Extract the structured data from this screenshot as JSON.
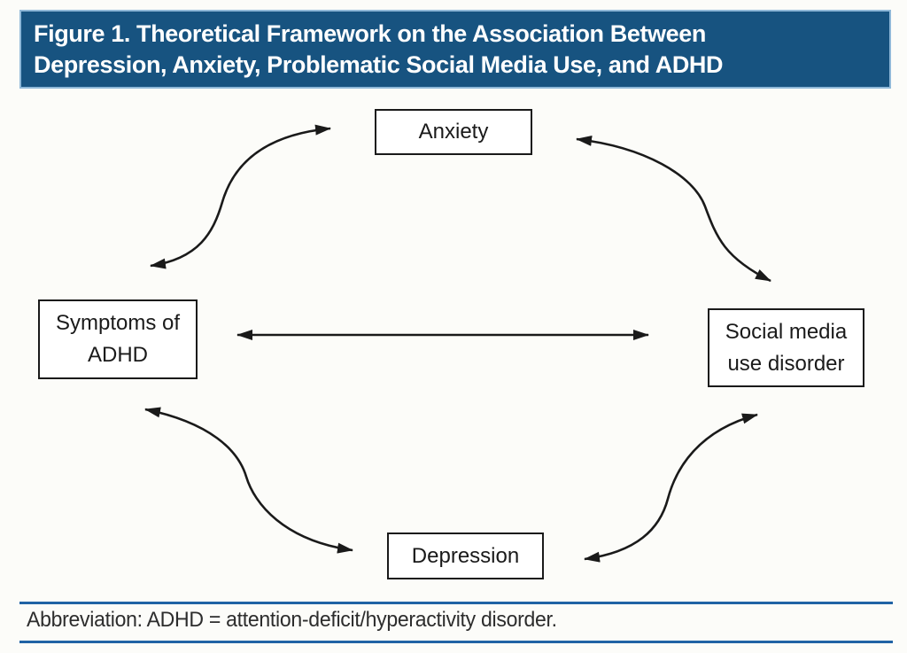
{
  "figure": {
    "title_line1": "Figure 1. Theoretical Framework on the Association Between",
    "title_line2": "Depression, Anxiety, Problematic Social Media Use, and ADHD",
    "footnote": "Abbreviation: ADHD = attention-deficit/hyperactivity disorder."
  },
  "diagram": {
    "nodes": {
      "anxiety": {
        "label": "Anxiety"
      },
      "adhd": {
        "label_line1": "Symptoms of",
        "label_line2": "ADHD"
      },
      "social_media": {
        "label_line1": "Social media",
        "label_line2": "use disorder"
      },
      "depression": {
        "label": "Depression"
      }
    },
    "edges": [
      {
        "from": "Symptoms of ADHD",
        "to": "Anxiety",
        "bidirectional": true,
        "style": "curved"
      },
      {
        "from": "Anxiety",
        "to": "Social media use disorder",
        "bidirectional": true,
        "style": "curved"
      },
      {
        "from": "Symptoms of ADHD",
        "to": "Social media use disorder",
        "bidirectional": true,
        "style": "straight"
      },
      {
        "from": "Symptoms of ADHD",
        "to": "Depression",
        "bidirectional": true,
        "style": "curved"
      },
      {
        "from": "Depression",
        "to": "Social media use disorder",
        "bidirectional": true,
        "style": "curved"
      }
    ]
  },
  "colors": {
    "header_bg": "#175380",
    "header_border": "#8fb8d8",
    "header_text": "#ffffff",
    "rule_blue": "#2063a5",
    "box_border": "#1a1a1a",
    "arrow": "#1a1a1a",
    "page_bg": "#fcfcf9"
  }
}
